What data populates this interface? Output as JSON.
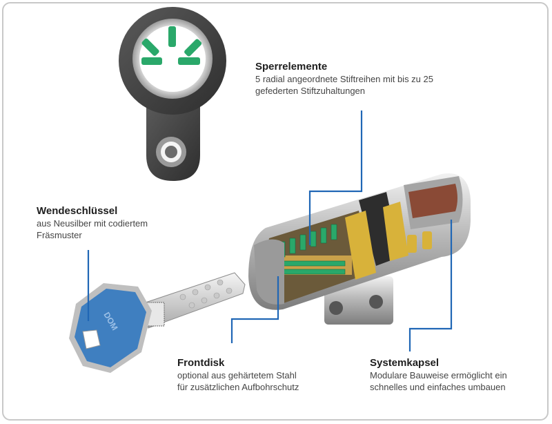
{
  "callouts": {
    "sperrelemente": {
      "title": "Sperrelemente",
      "line1": "5 radial angeordnete Stiftreihen mit bis zu 25",
      "line2": "gefederten Stiftzuhaltungen"
    },
    "wendeschluessel": {
      "title": "Wendeschlüssel",
      "line1": "aus Neusilber mit codiertem",
      "line2": "Fräsmuster"
    },
    "frontdisk": {
      "title": "Frontdisk",
      "line1": "optional aus gehärtetem Stahl",
      "line2": "für zusätzlichen Aufbohrschutz"
    },
    "systemkapsel": {
      "title": "Systemkapsel",
      "line1": "Modulare Bauweise ermöglicht ein",
      "line2": "schnelles und einfaches umbauen"
    }
  },
  "key_brand": "DOM",
  "colors": {
    "leader": "#1f66b5",
    "key_head": "#3f7fc0",
    "pin_green": "#2aa86a",
    "brass": "#d8b23a"
  }
}
